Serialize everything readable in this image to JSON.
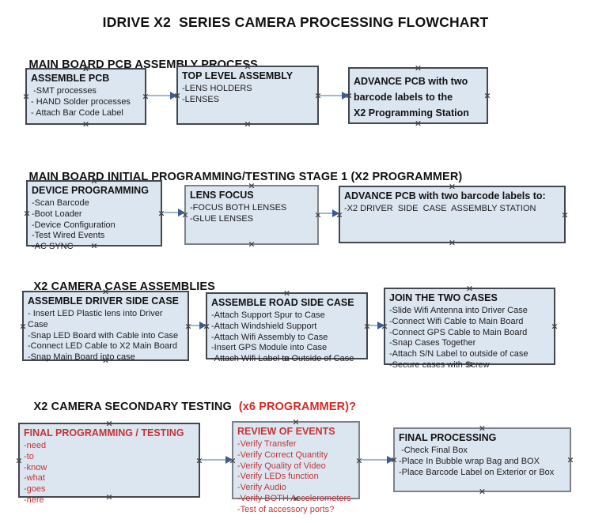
{
  "title": "IDRIVE X2  SERIES CAMERA PROCESSING FLOWCHART",
  "colors": {
    "box_fill": "#dce6f1",
    "box_border": "#43474d",
    "box_border_thick": "#7e8288",
    "red_heading": "#d42a26",
    "red_text": "#c53434",
    "arrow_line": "#9fb6d6",
    "arrow_head": "#3b5b94",
    "handle": "#3f3f3f",
    "text": "#151515"
  },
  "icons": {
    "handle_glyph": "×",
    "arrow_head_meaning": "right-arrowhead"
  },
  "sections": [
    {
      "heading": "MAIN BOARD PCB ASSEMBLY PROCESS",
      "heading_red_suffix": ""
    },
    {
      "heading": "MAIN BOARD INITIAL PROGRAMMING/TESTING STAGE 1 (X2 PROGRAMMER)",
      "heading_red_suffix": ""
    },
    {
      "heading": "X2 CAMERA CASE ASSEMBLIES",
      "heading_red_suffix": ""
    },
    {
      "heading": "X2 CAMERA SECONDARY TESTING",
      "heading_red_suffix": "(x6 PROGRAMMER)?"
    }
  ],
  "boxes": [
    {
      "title": "ASSEMBLE PCB",
      "items": [
        " -SMT processes",
        "- HAND Solder processes",
        "- Attach Bar Code Label"
      ]
    },
    {
      "title": "TOP LEVEL ASSEMBLY",
      "items": [
        "-LENS HOLDERS",
        "-LENSES"
      ]
    },
    {
      "title": "ADVANCE PCB with two\nbarcode labels to the\n X2 Programming Station",
      "items": []
    },
    {
      "title": "DEVICE PROGRAMMING",
      "items": [
        "-Scan Barcode",
        "-Boot Loader",
        "-Device Configuration",
        "-Test Wired Events",
        "-AC SYNC"
      ]
    },
    {
      "title": "LENS FOCUS",
      "items": [
        "-FOCUS BOTH LENSES",
        "-GLUE LENSES"
      ]
    },
    {
      "title": "ADVANCE PCB with two barcode labels to:",
      "items": [
        "-X2 DRIVER  SIDE  CASE  ASSEMBLY STATION"
      ]
    },
    {
      "title": "ASSEMBLE DRIVER SIDE CASE",
      "items": [
        "- Insert LED Plastic lens into Driver Case",
        "-Snap LED Board with Cable into Case",
        "-Connect LED Cable to X2 Main Board",
        "-Snap Main Board into case"
      ]
    },
    {
      "title": "ASSEMBLE ROAD SIDE CASE",
      "items": [
        "-Attach Support Spur to Case",
        "-Attach Windshield Support",
        "-Attach Wifi Assembly to Case",
        "-Insert GPS Module into Case",
        "-Attach Wifi Label to Outside of Case"
      ]
    },
    {
      "title": "JOIN THE TWO CASES",
      "items": [
        "-Slide Wifi Antenna into Driver Case",
        "-Connect Wifi Cable to Main Board",
        "-Connect GPS Cable to Main Board",
        "-Snap Cases Together",
        "-Attach S/N Label to outside of case",
        "-Secure cases with Screw"
      ]
    },
    {
      "title": "FINAL PROGRAMMING / TESTING",
      "items": [
        "-need",
        "-to",
        "-know",
        "-what",
        "-goes",
        "-here"
      ]
    },
    {
      "title": "REVIEW OF EVENTS",
      "items": [
        "-Verify Transfer",
        "-Verify Correct Quantity",
        "-Verify Quality of Video",
        "-Verify LEDs function",
        "-Verify Audio",
        "-Verify BOTH Accelerometers",
        "-Test of accessory ports?"
      ]
    },
    {
      "title": "FINAL PROCESSING",
      "items": [
        " -Check Final Box",
        "-Place In Bubble wrap Bag and BOX",
        "-Place Barcode Label on Exterior or Box"
      ]
    }
  ]
}
